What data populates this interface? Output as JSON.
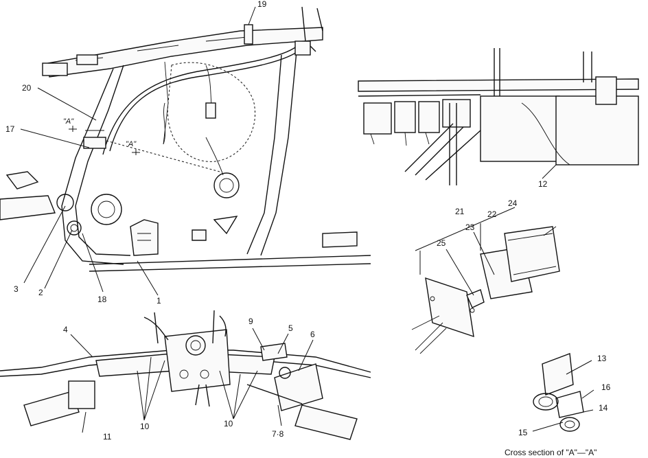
{
  "callouts": {
    "c1": "1",
    "c2": "2",
    "c3": "3",
    "c4": "4",
    "c5": "5",
    "c6": "6",
    "c7_8": "7·8",
    "c9": "9",
    "c10a": "10",
    "c10b": "10",
    "c11": "11",
    "c12": "12",
    "c13": "13",
    "c14": "14",
    "c15": "15",
    "c16": "16",
    "c17": "17",
    "c18": "18",
    "c19": "19",
    "c20": "20",
    "c21": "21",
    "c22": "22",
    "c23": "23",
    "c24": "24",
    "c25": "25"
  },
  "section_marks": {
    "a_top": "\"A\"",
    "a_right": "\"A\""
  },
  "caption": "Cross section of \"A\"—\"A\""
}
